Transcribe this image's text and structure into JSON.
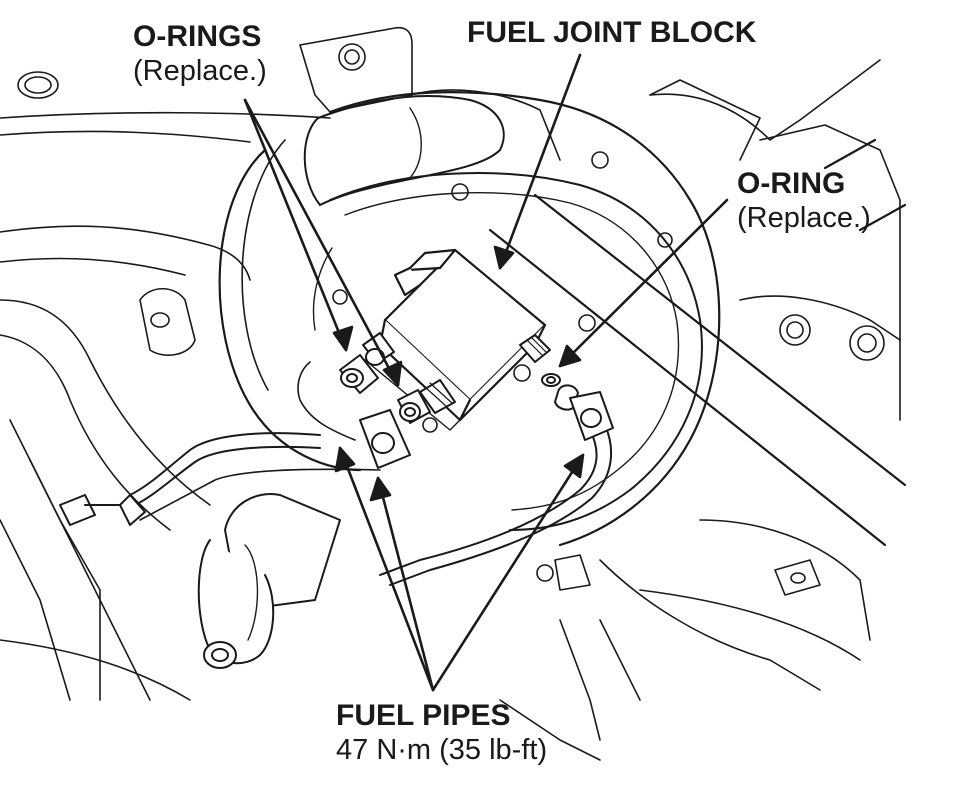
{
  "labels": {
    "o_rings": {
      "title": "O-RINGS",
      "note": "(Replace.)"
    },
    "fuel_joint_block": {
      "title": "FUEL JOINT BLOCK"
    },
    "o_ring": {
      "title": "O-RING",
      "note": "(Replace.)"
    },
    "fuel_pipes": {
      "title": "FUEL PIPES",
      "note": "47 N·m (35 lb-ft)"
    }
  },
  "colors": {
    "line": "#1a1a1a",
    "background": "#ffffff",
    "shade": "#e8e8e8"
  }
}
